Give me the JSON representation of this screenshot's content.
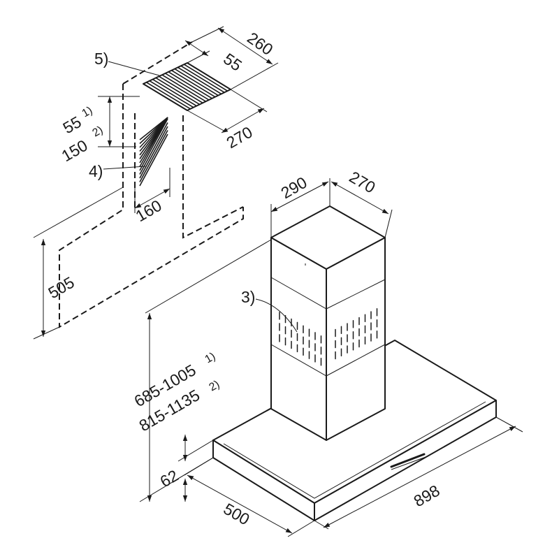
{
  "dimensions": {
    "top_width": "260",
    "top_offset": "55",
    "top_depth": "270",
    "vertical_offset_1": "55",
    "vertical_offset_2": "150",
    "cutout_width": "160",
    "mount_height": "505",
    "chimney_width": "290",
    "chimney_depth": "270",
    "height_range_1": "685-1005",
    "height_range_2": "815-1135",
    "hood_height": "62",
    "hood_depth": "500",
    "hood_width": "898"
  },
  "footnotes": {
    "one": "1)",
    "two": "2)"
  },
  "callouts": {
    "item_3": "3)",
    "item_4": "4)",
    "item_5": "5)"
  }
}
